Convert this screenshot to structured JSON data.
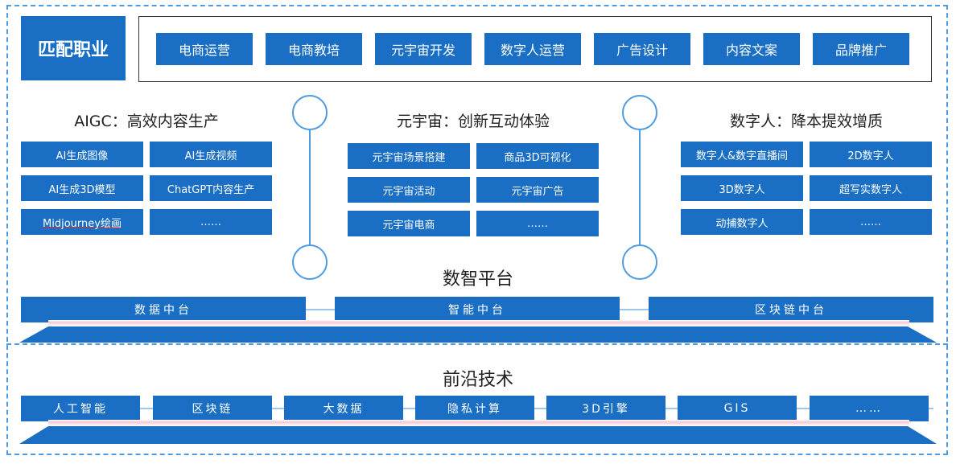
{
  "brand": "匹配职业",
  "jobs": [
    "电商运营",
    "电商教培",
    "元宇宙开发",
    "数字人运营",
    "广告设计",
    "内容文案",
    "品牌推广"
  ],
  "columns": [
    {
      "title": "AIGC：高效内容生产",
      "items": [
        "AI生成图像",
        "AI生成视频",
        "AI生成3D模型",
        "ChatGPT内容生产",
        "Midjourney绘画",
        "……"
      ]
    },
    {
      "title": "元宇宙：创新互动体验",
      "items": [
        "元宇宙场景搭建",
        "商品3D可视化",
        "元宇宙活动",
        "元宇宙广告",
        "元宇宙电商",
        "……"
      ]
    },
    {
      "title": "数字人：降本提效增质",
      "items": [
        "数字人&数字直播间",
        "2D数字人",
        "3D数字人",
        "超写实数字人",
        "动捕数字人",
        "……"
      ]
    }
  ],
  "platform": {
    "title": "数智平台",
    "items": [
      "数据中台",
      "智能中台",
      "区块链中台"
    ]
  },
  "tech": {
    "title": "前沿技术",
    "items": [
      "人工智能",
      "区块链",
      "大数据",
      "隐私计算",
      "3D引擎",
      "GIS",
      "……"
    ]
  },
  "colors": {
    "primary": "#1a6fc4",
    "dashed_border": "#4f9be0",
    "floor": "#1a6fc4"
  }
}
